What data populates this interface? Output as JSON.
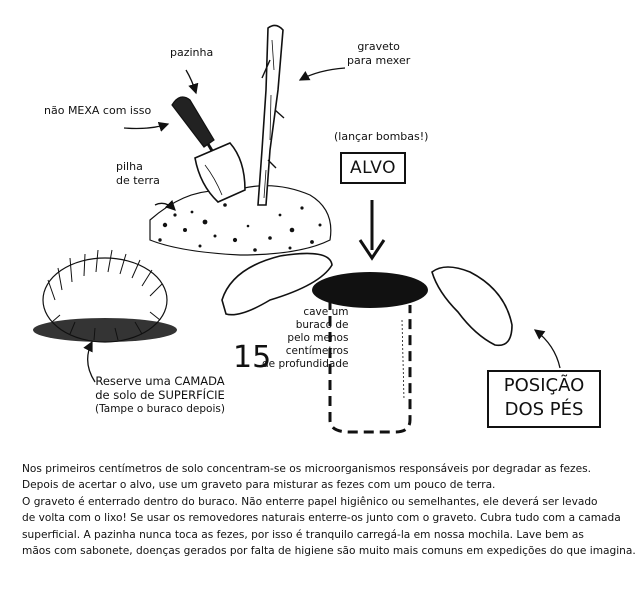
{
  "labels": {
    "pazinha": "pazinha",
    "graveto": [
      "graveto",
      "para mexer"
    ],
    "nao_mexa": "não MEXA com isso",
    "pilha": [
      "pilha",
      "de terra"
    ],
    "lancar": "(lançar bombas!)",
    "alvo": "ALVO",
    "cave": [
      "cave um",
      "buraco de",
      "pelo menos",
      "centímetros",
      "de profundidade"
    ],
    "cave_number": "15",
    "reserve": [
      "Reserve uma CAMADA",
      "de solo de SUPERFÍCIE",
      "(Tampe o buraco depois)"
    ],
    "posicao": [
      "POSIÇÃO",
      "DOS PÉS"
    ]
  },
  "paragraph": [
    "Nos primeiros centímetros de solo concentram-se os microorganismos responsáveis por degradar as fezes.",
    "Depois de acertar o alvo, use um graveto para misturar as fezes com um pouco de terra.",
    "O graveto é enterrado dentro do buraco. Não enterre papel higiênico ou semelhantes, ele deverá ser levado",
    "de volta com o lixo! Se usar os removedores naturais enterre-os junto com o graveto. Cubra tudo com a camada",
    "superficial. A pazinha nunca toca as fezes, por isso é tranquilo carregá-la em nossa mochila. Lave bem as",
    "mãos com sabonete, doenças gerados por falta de higiene são muito mais comuns em expedições do que imagina."
  ]
}
